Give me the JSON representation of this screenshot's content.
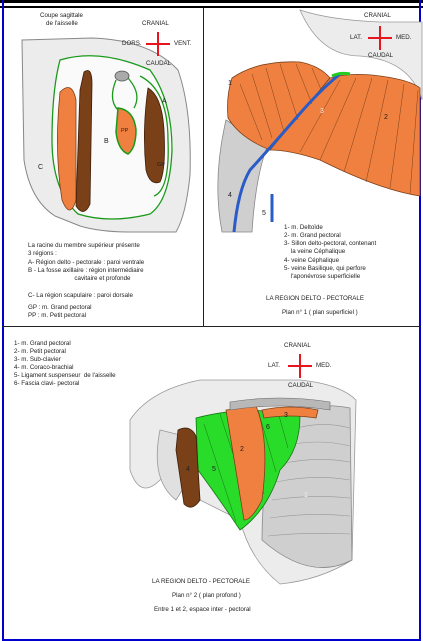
{
  "panel1": {
    "title_line1": "Coupe sagittale",
    "title_line2": "de l'aisselle",
    "compass": {
      "top": "CRANIAL",
      "bottom": "CAUDAL",
      "left": "DORS.",
      "right": "VENT."
    },
    "labels": {
      "A": "A",
      "B": "B",
      "C": "C",
      "PP": "PP",
      "GP": "GP"
    },
    "caption": [
      "La racine du membre supérieur présente",
      "3 régions :",
      "A- Région delto - pectorale : paroi ventrale",
      "B - La fosse axillaire : région intermédiaire",
      "                           cavitaire et profonde",
      "C- La région scapulaire : paroi dorsale"
    ],
    "legend": [
      "GP : m. Grand pectoral",
      "PP : m. Petit pectoral"
    ]
  },
  "panel2": {
    "compass": {
      "top": "CRANIAL",
      "bottom": "CAUDAL",
      "left": "LAT.",
      "right": "MED."
    },
    "numbers": [
      "1",
      "2",
      "3",
      "4",
      "5"
    ],
    "legend": [
      "1- m. Deltoïde",
      "2- m. Grand pectoral",
      "3- Sillon delto-pectoral, contenant",
      "    la veine Céphalique",
      "4- veine Céphalique",
      "5- veine Basilique, qui perfore",
      "    l'aponévrose superficielle"
    ],
    "title": "LA REGION DELTO - PECTORALE",
    "subtitle": "Plan n° 1 ( plan superficiel )"
  },
  "panel3": {
    "compass": {
      "top": "CRANIAL",
      "bottom": "CAUDAL",
      "left": "LAT.",
      "right": "MED."
    },
    "legend": [
      "1- m. Grand pectoral",
      "2- m. Petit pectoral",
      "3- m. Sub-clavier",
      "4- m. Coraco-brachial",
      "5- Ligament suspenseur  de l'aisselle",
      "6- Fascia clavi- pectoral"
    ],
    "numbers": [
      "1",
      "2",
      "3",
      "4",
      "5",
      "6"
    ],
    "title": "LA REGION DELTO - PECTORALE",
    "subtitle": "Plan n° 2 ( plan profond )",
    "note": "Entre 1 et 2, espace inter - pectoral"
  },
  "colors": {
    "muscle_orange": "#f08040",
    "muscle_brown": "#7a4018",
    "fascia_green": "#22cc22",
    "vein_blue": "#2a5cc8",
    "compass_red": "#e8141e",
    "border_blue": "#0000cc"
  }
}
